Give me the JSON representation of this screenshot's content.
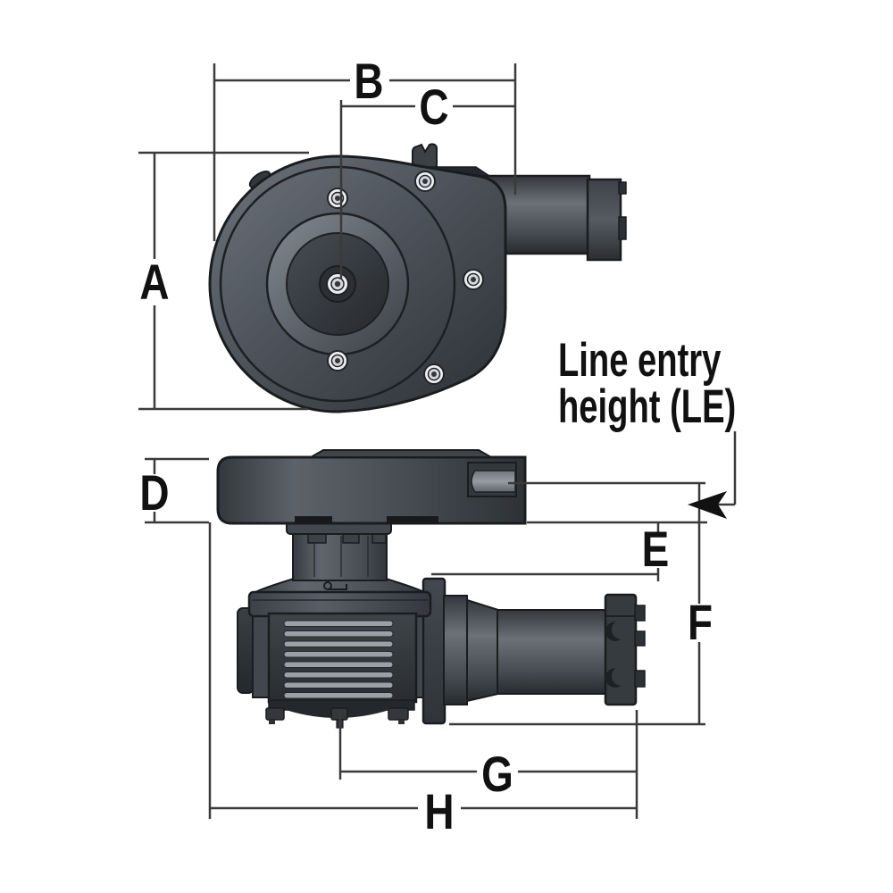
{
  "figure": {
    "type": "technical-dimension-diagram",
    "subject": "windlass-winch-two-view-drawing",
    "background": "#ffffff",
    "dimension_line_color": "#3a3a3a",
    "label_color": "#111111",
    "body_color_light": "#6d737a",
    "body_color_dark": "#2d3135",
    "labels": {
      "A": "A",
      "B": "B",
      "C": "C",
      "D": "D",
      "E": "E",
      "F": "F",
      "G": "G",
      "H": "H"
    },
    "annotation": {
      "line1": "Line entry",
      "line2": "height (LE)"
    }
  }
}
